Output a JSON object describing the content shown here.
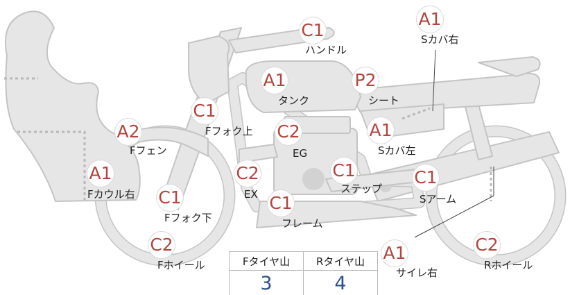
{
  "parts": [
    {
      "id": "handle",
      "code": "C1",
      "label": "ハンドル"
    },
    {
      "id": "s-cover-right",
      "code": "A1",
      "label": "Sカバ右"
    },
    {
      "id": "tank",
      "code": "A1",
      "label": "タンク"
    },
    {
      "id": "seat",
      "code": "P2",
      "label": "シート"
    },
    {
      "id": "f-fork-upper",
      "code": "C1",
      "label": "Fフォク上"
    },
    {
      "id": "f-fender",
      "code": "A2",
      "label": "Fフェン"
    },
    {
      "id": "engine",
      "code": "C2",
      "label": "EG"
    },
    {
      "id": "s-cover-left",
      "code": "A1",
      "label": "Sカバ左"
    },
    {
      "id": "f-cowl-right",
      "code": "A1",
      "label": "Fカウル右"
    },
    {
      "id": "exhaust",
      "code": "C2",
      "label": "EX"
    },
    {
      "id": "step",
      "code": "C1",
      "label": "ステップ"
    },
    {
      "id": "s-arm",
      "code": "C1",
      "label": "Sアーム"
    },
    {
      "id": "f-fork-lower",
      "code": "C1",
      "label": "Fフォク下"
    },
    {
      "id": "frame",
      "code": "C1",
      "label": "フレーム"
    },
    {
      "id": "f-wheel",
      "code": "C2",
      "label": "Fホイール"
    },
    {
      "id": "side-stand-right",
      "code": "A1",
      "label": "サイレ右"
    },
    {
      "id": "r-wheel",
      "code": "C2",
      "label": "Rホイール"
    }
  ],
  "tread": {
    "front_header": "Fタイヤ山",
    "rear_header": "Rタイヤ山",
    "front_value": "3",
    "rear_value": "4"
  },
  "colors": {
    "body_fill": "#e6e6e6",
    "body_stroke": "#c4c4c4",
    "code_text": "#b4443d",
    "tread_value": "#2f4f8a"
  }
}
